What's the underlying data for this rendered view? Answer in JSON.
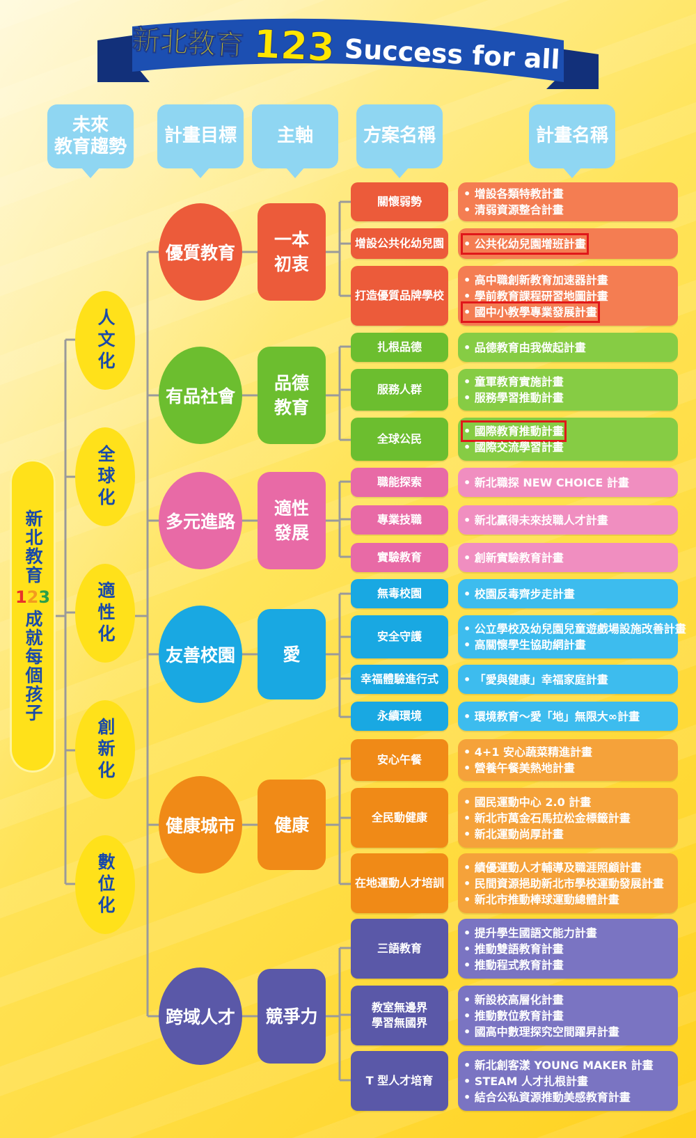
{
  "banner": {
    "title_zh": "新北教育",
    "title_num": "123",
    "title_en": "Success for all"
  },
  "headers": [
    "未來\n教育趨勢",
    "計畫目標",
    "主軸",
    "方案名稱",
    "計畫名稱"
  ],
  "slogan": {
    "top": "新北教育",
    "n1": "1",
    "n2": "2",
    "n3": "3",
    "bottom": "成就每個孩子"
  },
  "trends": [
    "人文化",
    "全球化",
    "適性化",
    "創新化",
    "數位化"
  ],
  "colors": {
    "red": "#ec5b3a",
    "green": "#6cbe2f",
    "pink": "#e86aa6",
    "blue": "#19a8e2",
    "orange": "#f08a17",
    "purple": "#5a58a8",
    "highlight": "#e0171a"
  },
  "groups": [
    {
      "goal": "優質教育",
      "axis": "一本\n初衷",
      "color": "red",
      "programs": [
        {
          "name": "關懷弱勢",
          "plans": [
            "增設各類特教計畫",
            "清弱資源整合計畫"
          ]
        },
        {
          "name": "增設公共化幼兒園",
          "plans": [
            "公共化幼兒園增班計畫"
          ]
        },
        {
          "name": "打造優質品牌學校",
          "plans": [
            "高中職創新教育加速器計畫",
            "學前教育課程研習地圖計畫",
            "國中小教學專業發展計畫"
          ]
        }
      ]
    },
    {
      "goal": "有品社會",
      "axis": "品德\n教育",
      "color": "green",
      "programs": [
        {
          "name": "扎根品德",
          "plans": [
            "品德教育由我做起計畫"
          ]
        },
        {
          "name": "服務人群",
          "plans": [
            "童軍教育實施計畫",
            "服務學習推動計畫"
          ]
        },
        {
          "name": "全球公民",
          "plans": [
            "國際教育推動計畫",
            "國際交流學習計畫"
          ]
        }
      ]
    },
    {
      "goal": "多元進路",
      "axis": "適性\n發展",
      "color": "pink",
      "programs": [
        {
          "name": "職能探索",
          "plans": [
            "新北職探 NEW CHOICE 計畫"
          ]
        },
        {
          "name": "專業技職",
          "plans": [
            "新北贏得未來技職人才計畫"
          ]
        },
        {
          "name": "實驗教育",
          "plans": [
            "創新實驗教育計畫"
          ]
        }
      ]
    },
    {
      "goal": "友善校園",
      "axis": "愛",
      "color": "blue",
      "programs": [
        {
          "name": "無毒校園",
          "plans": [
            "校園反毒齊步走計畫"
          ]
        },
        {
          "name": "安全守護",
          "plans": [
            "公立學校及幼兒園兒童遊戲場設施改善計畫",
            "高關懷學生協助網計畫"
          ]
        },
        {
          "name": "幸福體驗進行式",
          "plans": [
            "「愛與健康」幸福家庭計畫"
          ]
        },
        {
          "name": "永續環境",
          "plans": [
            "環境教育～愛「地」無限大∞計畫"
          ]
        }
      ]
    },
    {
      "goal": "健康城市",
      "axis": "健康",
      "color": "orange",
      "programs": [
        {
          "name": "安心午餐",
          "plans": [
            "4+1 安心蔬菜精進計畫",
            "營養午餐美熱地計畫"
          ]
        },
        {
          "name": "全民動健康",
          "plans": [
            "國民運動中心 2.0 計畫",
            "新北市萬金石馬拉松金標籤計畫",
            "新北運動尚厚計畫"
          ]
        },
        {
          "name": "在地運動人才培訓",
          "plans": [
            "績優運動人才輔導及職涯照顧計畫",
            "民間資源挹助新北市學校運動發展計畫",
            "新北市推動棒球運動總體計畫"
          ]
        }
      ]
    },
    {
      "goal": "跨域人才",
      "axis": "競爭力",
      "color": "purple",
      "programs": [
        {
          "name": "三語教育",
          "plans": [
            "提升學生國語文能力計畫",
            "推動雙語教育計畫",
            "推動程式教育計畫"
          ]
        },
        {
          "name": "教室無邊界\n學習無國界",
          "plans": [
            "新設校高層化計畫",
            "推動數位教育計畫",
            "國高中數理探究空間躍昇計畫"
          ]
        },
        {
          "name": "T 型人才培育",
          "plans": [
            "新北創客漾 YOUNG MAKER 計畫",
            "STEAM 人才扎根計畫",
            "結合公私資源推動美感教育計畫"
          ]
        }
      ]
    }
  ]
}
